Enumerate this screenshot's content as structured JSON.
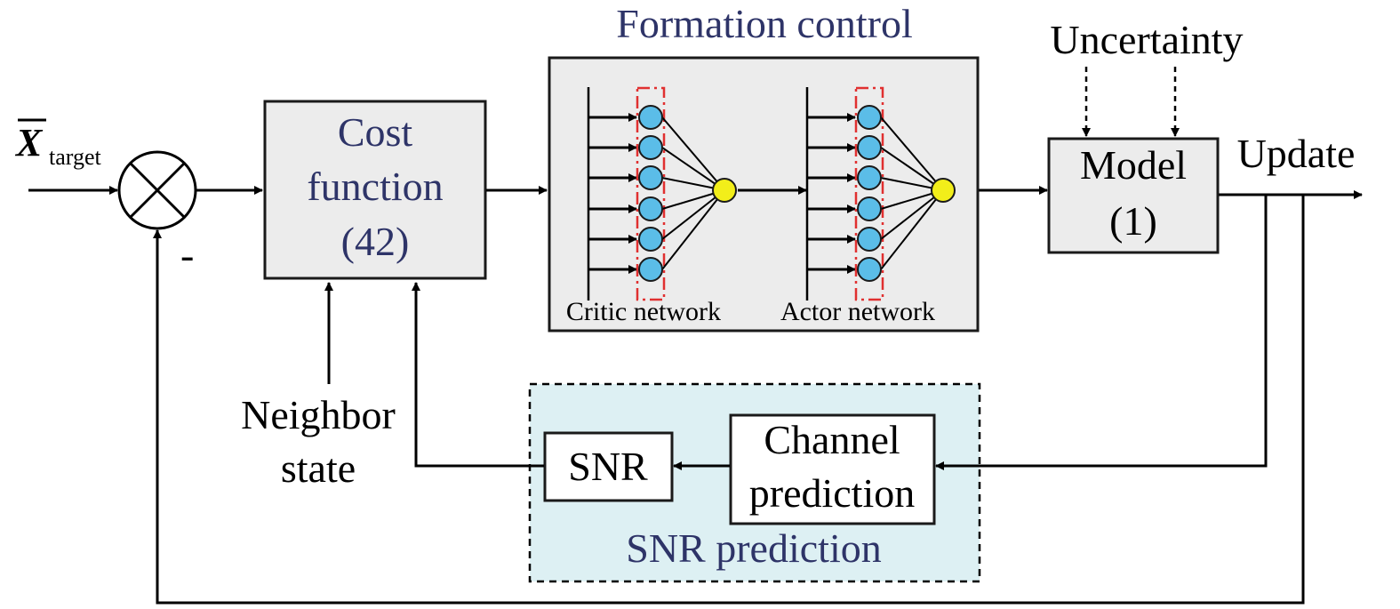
{
  "input_symbol": "X",
  "input_subscript": "target",
  "minus_sign": "-",
  "cost_block": {
    "line1": "Cost",
    "line2": "function",
    "line3": "(42)"
  },
  "formation": {
    "title": "Formation control",
    "critic_label": "Critic network",
    "actor_label": "Actor network"
  },
  "model_block": {
    "line1": "Model",
    "line2": "(1)"
  },
  "uncertainty_label": "Uncertainty",
  "update_label": "Update",
  "neighbor_label": {
    "line1": "Neighbor",
    "line2": "state"
  },
  "snr_group": {
    "title": "SNR prediction",
    "snr_box": "SNR",
    "channel_box": {
      "line1": "Channel",
      "line2": "prediction"
    }
  },
  "colors": {
    "block_fill": "#ececec",
    "navy_text": "#2e3468",
    "snr_region_fill": "#ddf0f3",
    "neuron_blue": "#5bbde8",
    "neuron_yellow": "#f2ee1a",
    "red_dash": "#e03030"
  }
}
